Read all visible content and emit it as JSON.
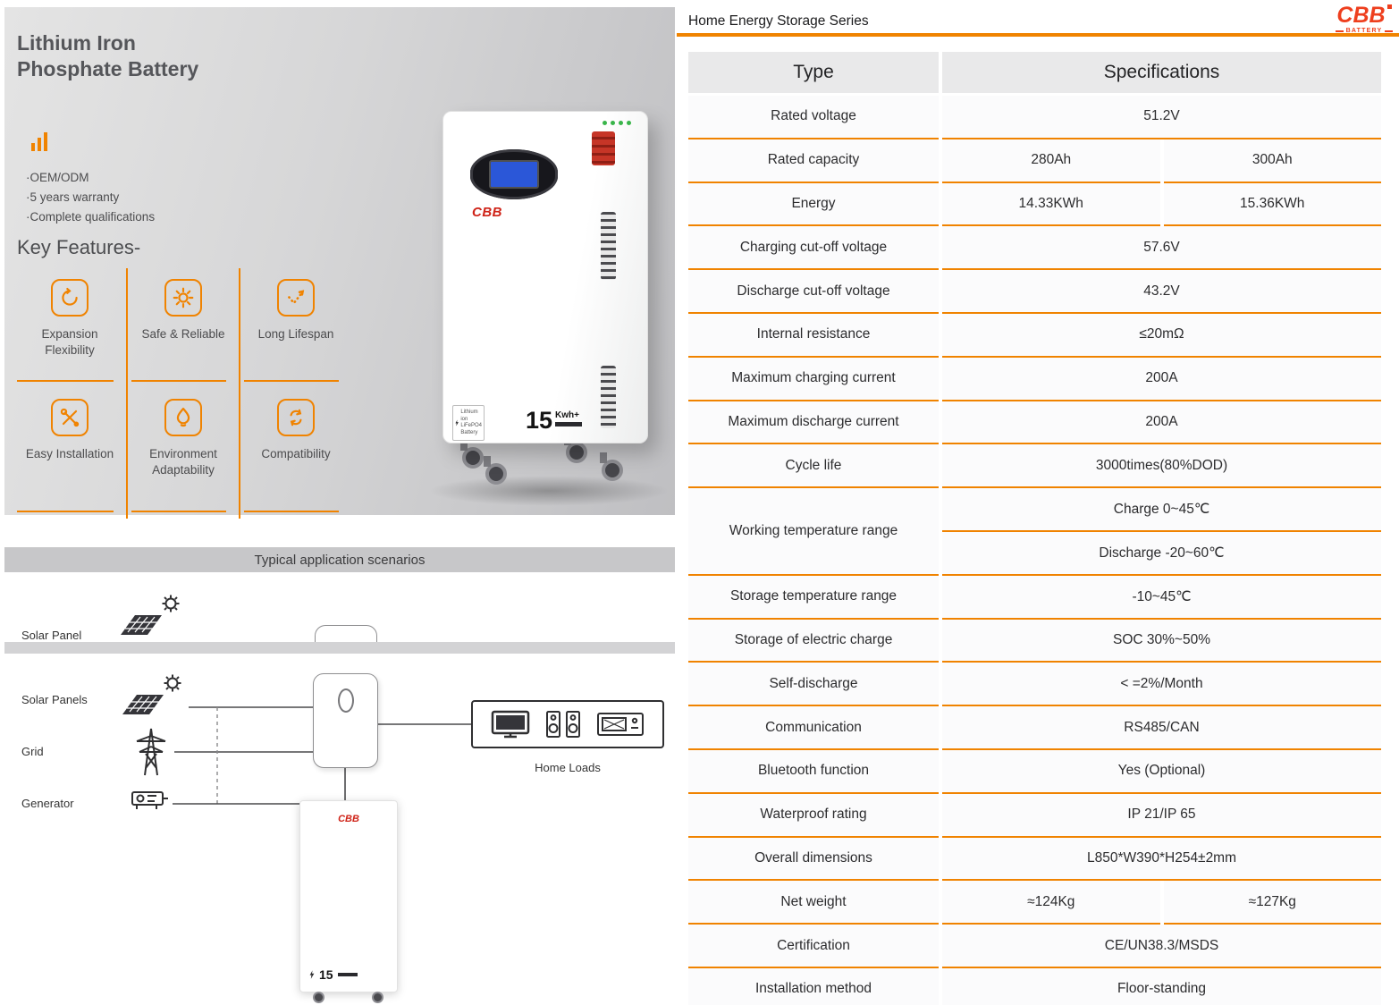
{
  "colors": {
    "accent": "#F08300",
    "logo_red": "#EE3F1E",
    "brand_red": "#CF2318",
    "screen_blue": "#2B57D8"
  },
  "hero": {
    "title_lines": [
      "Lithium Iron",
      "Phosphate Battery"
    ],
    "bullet_char": "·",
    "bullets": [
      "OEM/ODM",
      "5 years warranty",
      "Complete qualifications"
    ],
    "features_title": "Key Features-",
    "features": [
      {
        "icon": "expansion-flexibility-icon",
        "label": "Expansion Flexibility"
      },
      {
        "icon": "safe-reliable-icon",
        "label": "Safe & Reliable"
      },
      {
        "icon": "long-lifespan-icon",
        "label": "Long Lifespan"
      },
      {
        "icon": "easy-installation-icon",
        "label": "Easy Installation"
      },
      {
        "icon": "environment-adaptability-icon",
        "label": "Environment Adaptability"
      },
      {
        "icon": "compatibility-icon",
        "label": "Compatibility"
      }
    ],
    "product": {
      "brand": "CBB",
      "label_lines": [
        "Lithium ion",
        "LiFePO4",
        "Battery"
      ],
      "capacity_value": "15",
      "capacity_unit": "Kwh+"
    }
  },
  "scenario": {
    "header": "Typical application scenarios",
    "partial_label": "Solar Panel",
    "labels": {
      "solar": "Solar Panels",
      "grid": "Grid",
      "generator": "Generator",
      "home_loads": "Home Loads"
    },
    "battery_brand": "CBB",
    "battery_capacity": "15"
  },
  "spec": {
    "series_title": "Home Energy Storage Series",
    "logo": {
      "brand": "CBB",
      "sub": "BATTERY"
    },
    "table": {
      "headers": [
        "Type",
        "Specifications"
      ],
      "rows": [
        {
          "type": "Rated voltage",
          "values": [
            "51.2V"
          ]
        },
        {
          "type": "Rated capacity",
          "values": [
            "280Ah",
            "300Ah"
          ]
        },
        {
          "type": "Energy",
          "values": [
            "14.33KWh",
            "15.36KWh"
          ]
        },
        {
          "type": "Charging cut-off voltage",
          "values": [
            "57.6V"
          ]
        },
        {
          "type": "Discharge cut-off voltage",
          "values": [
            "43.2V"
          ]
        },
        {
          "type": "Internal resistance",
          "values": [
            "≤20mΩ"
          ]
        },
        {
          "type": "Maximum charging current",
          "values": [
            "200A"
          ]
        },
        {
          "type": "Maximum discharge current",
          "values": [
            "200A"
          ]
        },
        {
          "type": "Cycle life",
          "values": [
            "3000times(80%DOD)"
          ]
        },
        {
          "type": "Working temperature range",
          "stacked": [
            "Charge 0~45℃",
            "Discharge -20~60℃"
          ]
        },
        {
          "type": "Storage temperature range",
          "values": [
            "-10~45℃"
          ]
        },
        {
          "type": "Storage of electric charge",
          "values": [
            "SOC 30%~50%"
          ]
        },
        {
          "type": "Self-discharge",
          "values": [
            "< =2%/Month"
          ]
        },
        {
          "type": "Communication",
          "values": [
            "RS485/CAN"
          ]
        },
        {
          "type": "Bluetooth function",
          "values": [
            "Yes (Optional)"
          ]
        },
        {
          "type": "Waterproof rating",
          "values": [
            "IP 21/IP 65"
          ]
        },
        {
          "type": "Overall dimensions",
          "values": [
            "L850*W390*H254±2mm"
          ]
        },
        {
          "type": "Net weight",
          "values": [
            "≈124Kg",
            "≈127Kg"
          ]
        },
        {
          "type": "Certification",
          "values": [
            "CE/UN38.3/MSDS"
          ]
        },
        {
          "type": "Installation method",
          "values": [
            "Floor-standing"
          ]
        }
      ]
    }
  }
}
